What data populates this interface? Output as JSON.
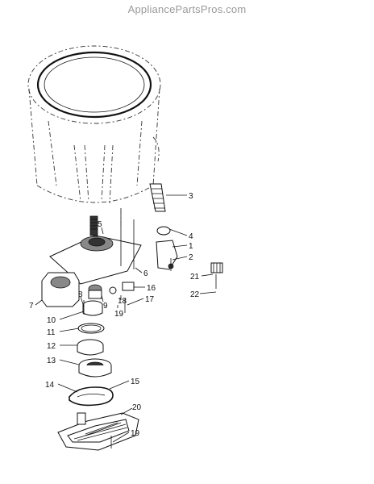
{
  "watermark": "AppliancePartsPros.com",
  "callouts": [
    {
      "id": "c3",
      "text": "3"
    },
    {
      "id": "c5",
      "text": "5"
    },
    {
      "id": "c4",
      "text": "4"
    },
    {
      "id": "c1",
      "text": "1"
    },
    {
      "id": "c2",
      "text": "2"
    },
    {
      "id": "c6",
      "text": "6"
    },
    {
      "id": "c21",
      "text": "21"
    },
    {
      "id": "c22",
      "text": "22"
    },
    {
      "id": "c16",
      "text": "16"
    },
    {
      "id": "c7",
      "text": "7"
    },
    {
      "id": "c8",
      "text": "8"
    },
    {
      "id": "c9",
      "text": "9"
    },
    {
      "id": "c18",
      "text": "18"
    },
    {
      "id": "c17",
      "text": "17"
    },
    {
      "id": "c19a",
      "text": "19"
    },
    {
      "id": "c10",
      "text": "10"
    },
    {
      "id": "c11",
      "text": "11"
    },
    {
      "id": "c12",
      "text": "12"
    },
    {
      "id": "c13",
      "text": "13"
    },
    {
      "id": "c14",
      "text": "14"
    },
    {
      "id": "c15",
      "text": "15"
    },
    {
      "id": "c20",
      "text": "20"
    },
    {
      "id": "c19b",
      "text": "19"
    }
  ]
}
